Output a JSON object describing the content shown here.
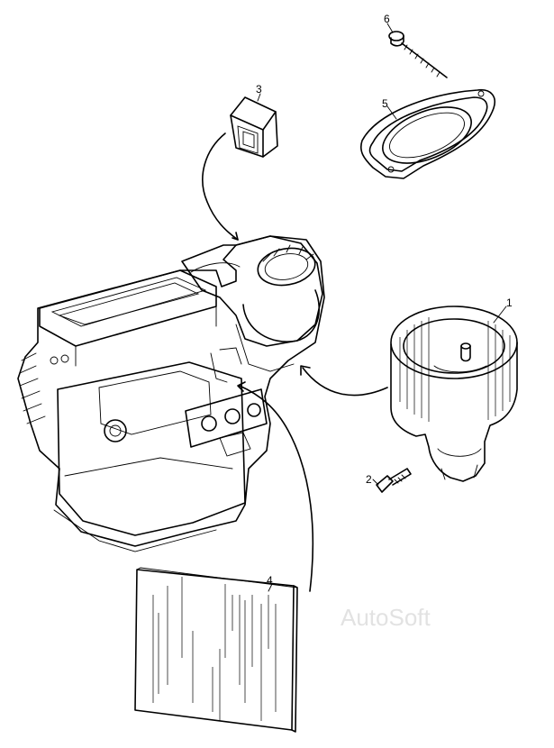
{
  "watermark": "AutoSoft",
  "callouts": {
    "p1": "1",
    "p2": "2",
    "p3": "3",
    "p4": "4",
    "p5": "5",
    "p6": "6"
  }
}
